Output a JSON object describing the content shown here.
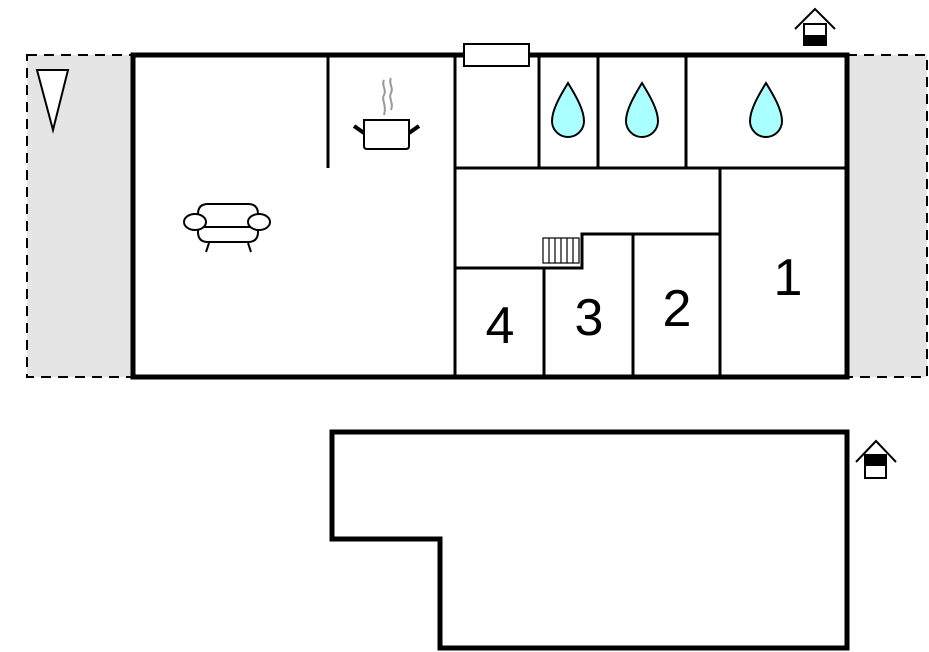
{
  "colors": {
    "wall": "#000000",
    "terrace_fill": "#e5e5e5",
    "water_drop_fill": "#aaffff",
    "steam": "#999999",
    "background": "#ffffff"
  },
  "floors": [
    {
      "name": "ground-floor",
      "floor_indicator_icon": "house-ground-floor-icon",
      "rooms": [
        {
          "id": "living-room",
          "icon": "sofa-icon"
        },
        {
          "id": "kitchen",
          "icon": "cooking-pot-icon"
        },
        {
          "id": "entrance",
          "icon": "window-icon"
        },
        {
          "id": "bathroom-1",
          "icon": "water-drop-icon"
        },
        {
          "id": "bathroom-2",
          "icon": "water-drop-icon"
        },
        {
          "id": "bathroom-3",
          "icon": "water-drop-icon"
        },
        {
          "id": "hallway",
          "icon": "stairs-icon"
        },
        {
          "id": "bedroom-1",
          "label": "1"
        },
        {
          "id": "bedroom-2",
          "label": "2"
        },
        {
          "id": "bedroom-3",
          "label": "3"
        },
        {
          "id": "bedroom-4",
          "label": "4"
        }
      ],
      "terraces": [
        {
          "id": "terrace-left",
          "icon": "compass-north-triangle-icon"
        },
        {
          "id": "terrace-right"
        }
      ]
    },
    {
      "name": "upper-floor",
      "floor_indicator_icon": "house-upper-floor-icon",
      "rooms": []
    }
  ],
  "labels": {
    "bedroom_1": "1",
    "bedroom_2": "2",
    "bedroom_3": "3",
    "bedroom_4": "4"
  }
}
